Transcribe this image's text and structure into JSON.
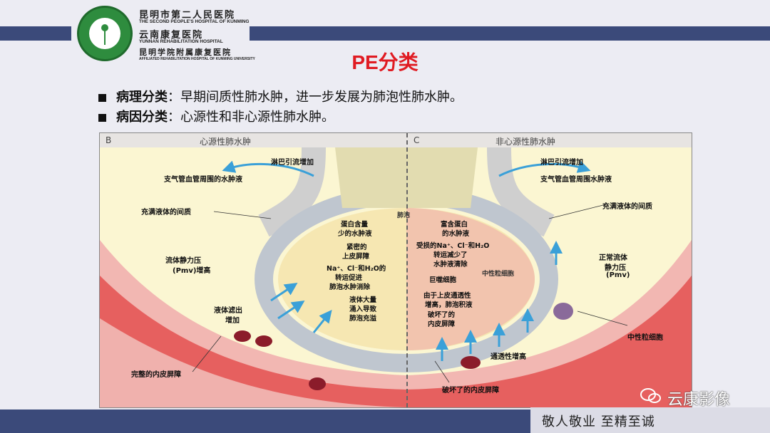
{
  "header": {
    "hospital_lines": [
      {
        "text": "昆明市第二人民医院",
        "kind": "cn"
      },
      {
        "text": "THE SECOND PEOPLE'S HOSPITAL OF KUNMING",
        "kind": "en"
      },
      {
        "text": "云南康复医院",
        "kind": "cn"
      },
      {
        "text": "YUNNAN REHABILITATION HOSPITAL",
        "kind": "en"
      },
      {
        "text": "昆明学院附属康复医院",
        "kind": "cn"
      },
      {
        "text": "AFFILIATED REHABILITATION HOSPITAL OF KUNMING UNIVERSITY",
        "kind": "en"
      }
    ]
  },
  "slide": {
    "title": "PE分类",
    "bullets": [
      {
        "term": "病理分类",
        "sep": "：",
        "text": "早期间质性肺水肿，进一步发展为肺泡性肺水肿。"
      },
      {
        "term": "病因分类",
        "sep": "：",
        "text": "心源性和非心源性肺水肿。"
      }
    ]
  },
  "figure": {
    "panel_b_letter": "B",
    "panel_c_letter": "C",
    "panel_b_title": "心源性肺水肿",
    "panel_c_title": "非心源性肺水肿",
    "center_label": "肺泡",
    "left_labels": {
      "lymph": "淋巴引流增加",
      "edema": "支气管血管周围的水肿液",
      "interstitium": "充满液体的间质",
      "pressure": "流体静力压",
      "pmv": "(Pmv)增高",
      "protein_low_1": "蛋白含量",
      "protein_low_2": "少的水肿液",
      "tight_1": "紧密的",
      "tight_2": "上皮屏障",
      "transport_1": "Na⁺、Cl⁻和H₂O的",
      "transport_2": "转运促进",
      "transport_3": "肺泡水肿消除",
      "filtration_1": "液体滤出",
      "filtration_2": "增加",
      "flood_1": "液体大量",
      "flood_2": "涌入导致",
      "flood_3": "肺泡充溢",
      "endothelium": "完整的内皮屏障"
    },
    "right_labels": {
      "lymph": "淋巴引流增加",
      "edema": "支气管血管周围水肿液",
      "interstitium": "充满液体的间质",
      "protein_high_1": "富含蛋白",
      "protein_high_2": "的水肿液",
      "damaged_1": "受损的Na⁺、Cl⁻和H₂O",
      "damaged_2": "转运减少了",
      "damaged_3": "水肿液清除",
      "neutrophil_inner": "中性粒细胞",
      "macrophage": "巨噬细胞",
      "normal_1": "正常流体",
      "normal_2": "静力压",
      "normal_3": "(Pmv)",
      "epi_1": "由于上皮通透性",
      "epi_2": "增高，肺泡积液",
      "broken_1": "破坏了的",
      "broken_2": "内皮屏障",
      "neutrophil": "中性粒细胞",
      "permeability": "通透性增高",
      "broken_endothelium": "破坏了的内皮屏障"
    }
  },
  "footer": {
    "slogan": "敬人敬业 至精至诚",
    "watermark": "云康影像"
  },
  "colors": {
    "bar": "#3b4a7a",
    "title": "#e01b22",
    "logo_green": "#2e8c3e"
  }
}
